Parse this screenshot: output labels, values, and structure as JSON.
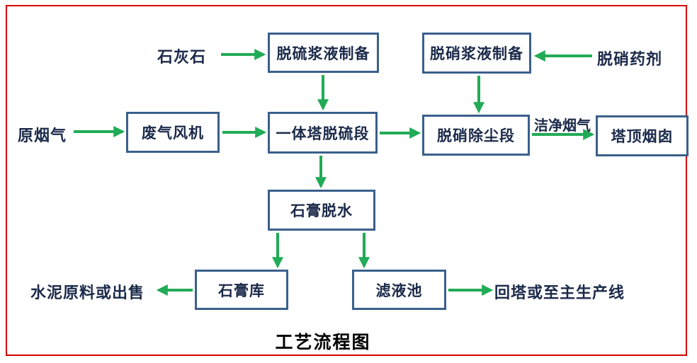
{
  "diagram": {
    "title": "工艺流程图",
    "nodes": {
      "desulf_slurry": "脱硫浆液制备",
      "denox_slurry": "脱硝浆液制备",
      "waste_gas_fan": "废气风机",
      "tower_desulf": "一体塔脱硫段",
      "denox_dust": "脱硝除尘段",
      "chimney": "塔顶烟囱",
      "gypsum_dewater": "石膏脱水",
      "gypsum_store": "石膏库",
      "filtrate_pool": "滤液池"
    },
    "labels": {
      "limestone": "石灰石",
      "raw_flue_gas": "原烟气",
      "denox_agent": "脱硝药剂",
      "clean_flue_gas": "洁净烟气",
      "cement_or_sale": "水泥原料或出售",
      "return_tower": "回塔或至主生产线"
    },
    "colors": {
      "arrow_green": "#21ab56",
      "box_border_blue": "#3a608c",
      "box_text_navy": "#1b2a4a",
      "frame_red": "#d90000",
      "title_black": "#000000"
    }
  }
}
